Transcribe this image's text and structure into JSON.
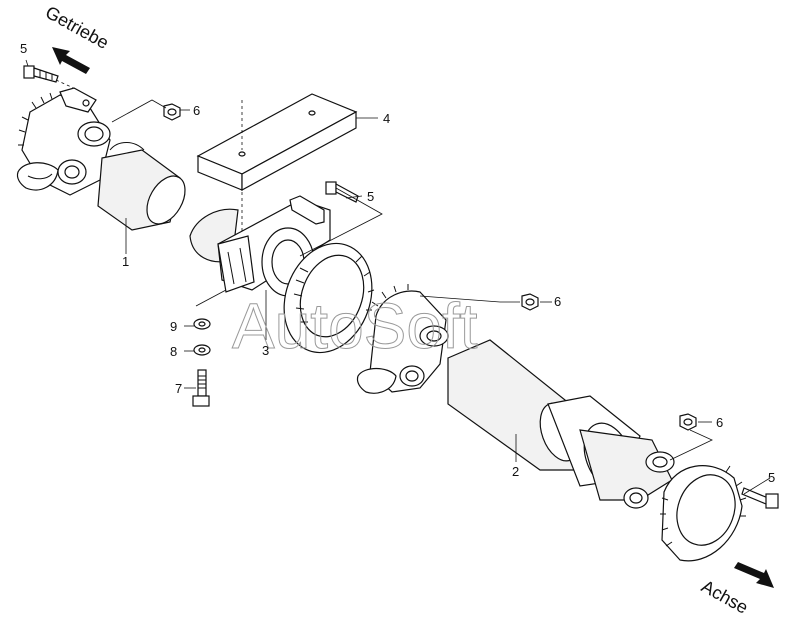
{
  "directions": {
    "gearbox": "Getriebe",
    "axle": "Achse"
  },
  "watermark": "AutoSoft",
  "callouts": {
    "c1": "1",
    "c2": "2",
    "c3": "3",
    "c4": "4",
    "c5a": "5",
    "c5b": "5",
    "c5c": "5",
    "c6a": "6",
    "c6b": "6",
    "c6c": "6",
    "c7": "7",
    "c8": "8",
    "c9": "9"
  }
}
